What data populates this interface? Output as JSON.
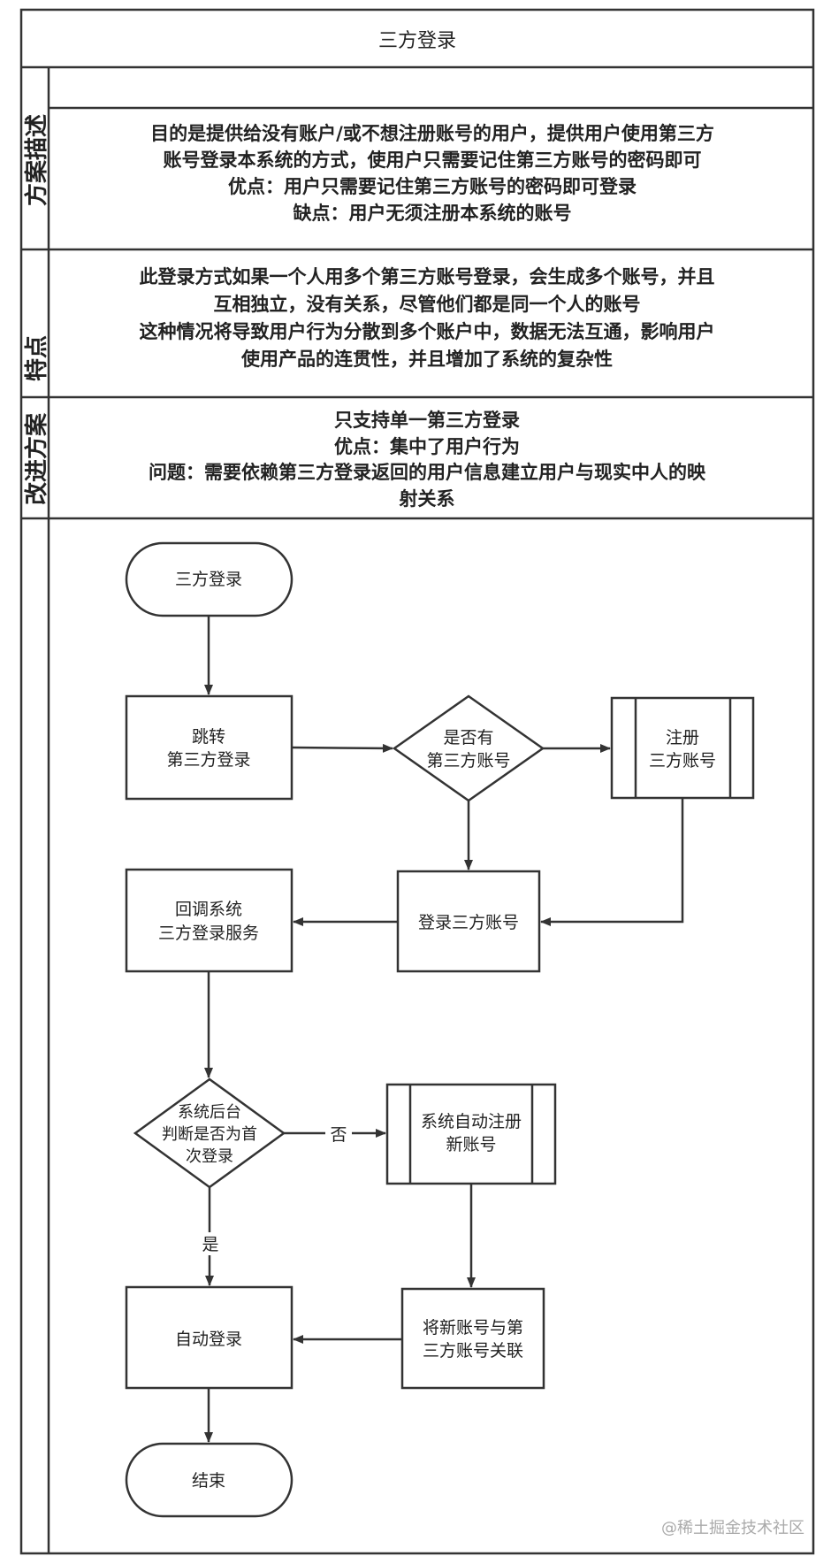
{
  "title": "三方登录",
  "sections": [
    {
      "label": "方案描述",
      "lines": [
        "目的是提供给没有账户/或不想注册账号的用户，提供用户使用第三方",
        "账号登录本系统的方式，使用户只需要记住第三方账号的密码即可",
        "优点：用户只需要记住第三方账号的密码即可登录",
        "缺点：用户无须注册本系统的账号"
      ]
    },
    {
      "label": "特点",
      "lines": [
        "此登录方式如果一个人用多个第三方账号登录，会生成多个账号，并且",
        "互相独立，没有关系，尽管他们都是同一个人的账号",
        "这种情况将导致用户行为分散到多个账户中，数据无法互通，影响用户",
        "使用产品的连贯性，并且增加了系统的复杂性"
      ]
    },
    {
      "label": "改进方案",
      "lines": [
        "只支持单一第三方登录",
        "优点：集中了用户行为",
        "问题：需要依赖第三方登录返回的用户信息建立用户与现实中人的映",
        "射关系"
      ]
    }
  ],
  "flow": {
    "start": "三方登录",
    "jump": [
      "跳转",
      "第三方登录"
    ],
    "has_account": [
      "是否有",
      "第三方账号"
    ],
    "register": [
      "注册",
      "三方账号"
    ],
    "login_third": "登录三方账号",
    "callback": [
      "回调系统",
      "三方登录服务"
    ],
    "first_login": [
      "系统后台",
      "判断是否为首",
      "次登录"
    ],
    "auto_register": [
      "系统自动注册",
      "新账号"
    ],
    "link": [
      "将新账号与第",
      "三方账号关联"
    ],
    "auto_login": "自动登录",
    "end": "结束",
    "label_no": "否",
    "label_yes": "是"
  },
  "watermark": "@稀土掘金技术社区"
}
